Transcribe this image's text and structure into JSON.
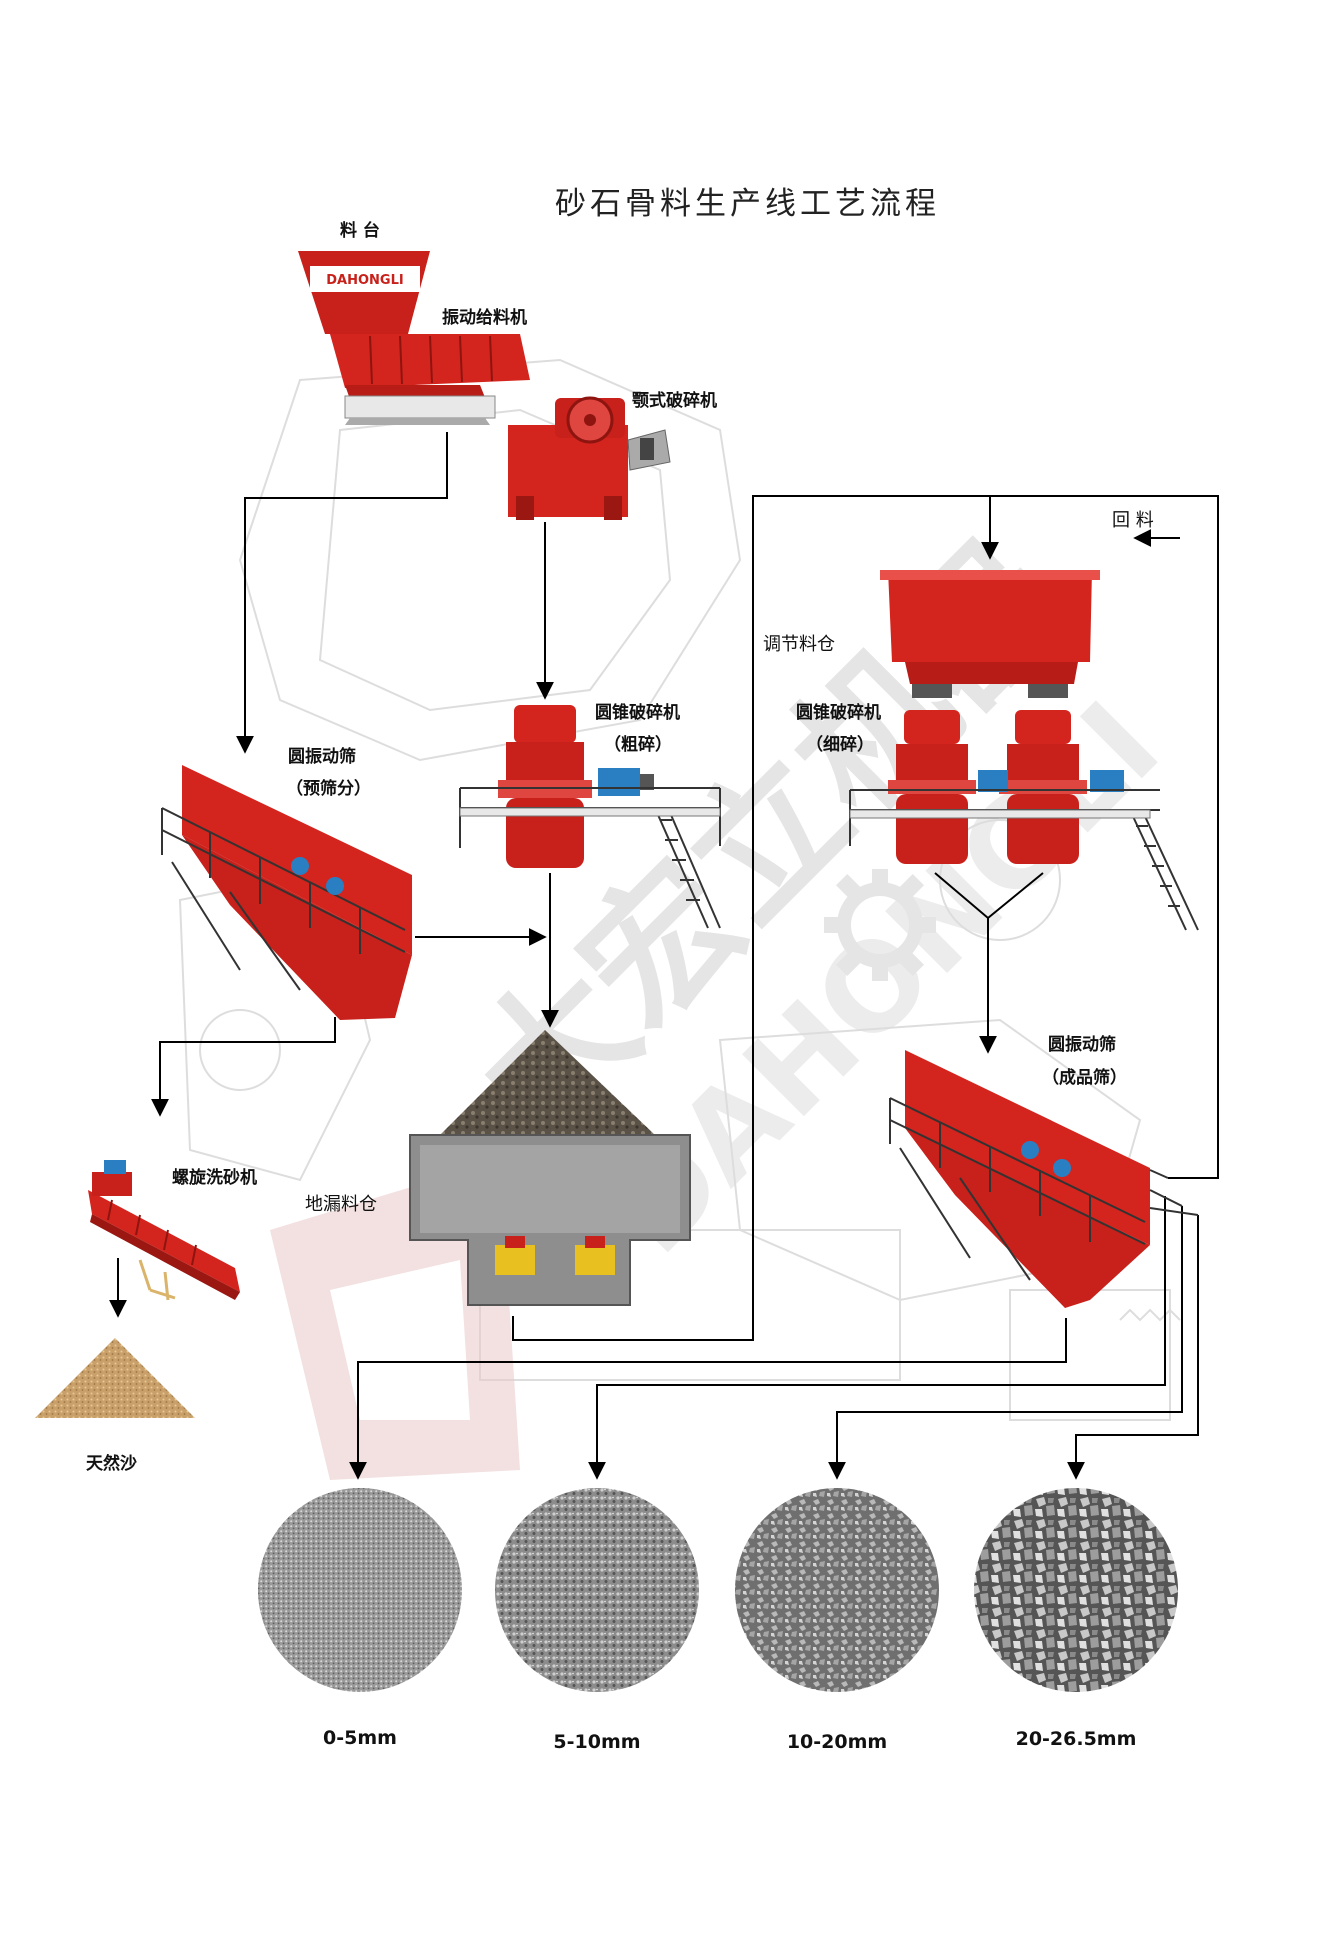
{
  "title": "砂石骨料生产线工艺流程",
  "brand": {
    "logo_text": "DAHONGLI",
    "watermark_cn": "大宏立机器",
    "watermark_en": "DAHONGLI",
    "primary_color": "#d4241e",
    "accent_blue": "#2a7fc2"
  },
  "labels": {
    "feed_table": "料 台",
    "vibrating_feeder": "振动给料机",
    "jaw_crusher": "颚式破碎机",
    "return_material": "回    料",
    "buffer_bin": "调节料仓",
    "cone_coarse_1": "圆锥破碎机",
    "cone_coarse_2": "（粗碎）",
    "cone_fine_1": "圆锥破碎机",
    "cone_fine_2": "（细碎）",
    "prescreen_1": "圆振动筛",
    "prescreen_2": "（预筛分）",
    "final_screen_1": "圆振动筛",
    "final_screen_2": "（成品筛）",
    "spiral_washer": "螺旋洗砂机",
    "underground_bin": "地漏料仓",
    "natural_sand": "天然沙"
  },
  "products": [
    {
      "size": "0-5mm"
    },
    {
      "size": "5-10mm"
    },
    {
      "size": "10-20mm"
    },
    {
      "size": "20-26.5mm"
    }
  ]
}
